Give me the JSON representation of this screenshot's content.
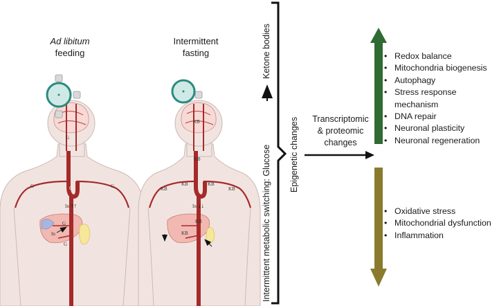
{
  "left_panel": {
    "title_italic": "Ad libitum",
    "title_rest": "feeding"
  },
  "middle_panel": {
    "title_line1": "Intermittent",
    "title_line2": "fasting"
  },
  "vertical_labels": {
    "metabolic_prefix": "Intermittent metabolic switching: Glucose",
    "metabolic_suffix": "Ketone bodies",
    "epigenetic": "Epigenetic changes"
  },
  "center": {
    "line1": "Transcriptomic",
    "line2": "& proteomic",
    "line3": "changes"
  },
  "upregulated": [
    "Redox balance",
    "Mitochondria biogenesis",
    "Autophagy",
    "Stress response mechanism",
    "DNA repair",
    "Neuronal plasticity",
    "Neuronal regeneration"
  ],
  "downregulated": [
    "Oxidative stress",
    "Mitochondrial dysfunction",
    "Inflammation"
  ],
  "body_labels": {
    "glucose": "G",
    "ketone": "KB",
    "insulin": "In",
    "arrows_up": "↑↑",
    "arrows_down": "↓↓"
  },
  "colors": {
    "up_arrow": "#2f6b33",
    "down_arrow": "#8a7a2e",
    "plate_rim": "#2a8a7f",
    "plate_fill": "#cfe9e6",
    "vessel": "#a52a2a",
    "skin": "#f1e4e0"
  }
}
